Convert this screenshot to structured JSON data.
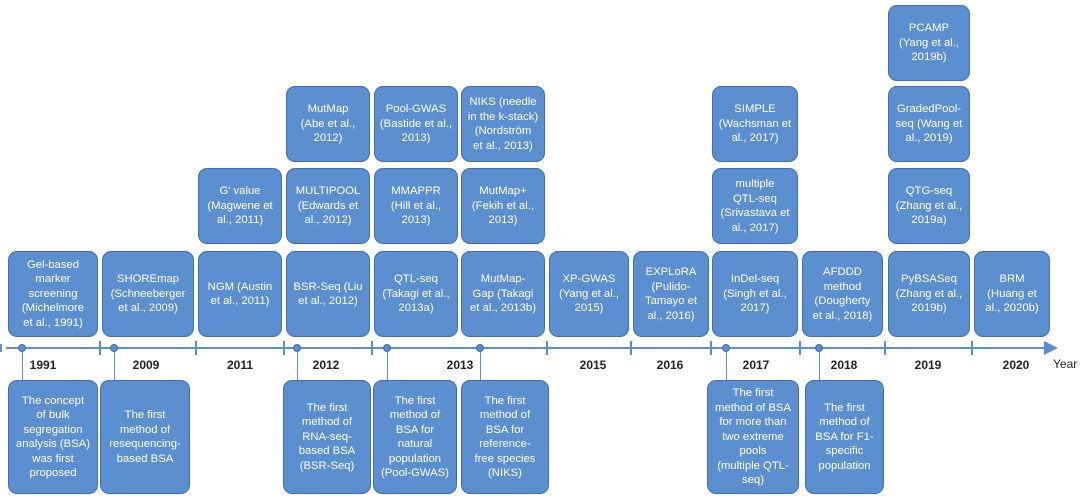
{
  "axis": {
    "label": "Year"
  },
  "years": [
    "1991",
    "2009",
    "2011",
    "2012",
    "2013",
    "2015",
    "2016",
    "2017",
    "2018",
    "2019",
    "2020"
  ],
  "methods": {
    "gel_based": [
      "Gel-based",
      "marker",
      "screening",
      "(Michelmore",
      "et al., 1991)"
    ],
    "shoremap": [
      "SHOREmap",
      "(Schneeberger",
      "et al., 2009)"
    ],
    "g_value": [
      "G' value",
      "(Magwene et",
      "al., 2011)"
    ],
    "ngm": [
      "NGM (Austin",
      "et al., 2011)"
    ],
    "mutmap": [
      "MutMap",
      "(Abe et al.,",
      "2012)"
    ],
    "multipool": [
      "MULTIPOOL",
      "(Edwards et",
      "al., 2012)"
    ],
    "bsr_seq": [
      "BSR-Seq (Liu",
      "et al., 2012)"
    ],
    "pool_gwas": [
      "Pool-GWAS",
      "(Bastide et al.,",
      "2013)"
    ],
    "mmappr": [
      "MMAPPR",
      "(Hill et al.,",
      "2013)"
    ],
    "qtl_seq": [
      "QTL-seq",
      "(Takagi et al.,",
      "2013a)"
    ],
    "niks": [
      "NIKS (needle",
      "in the k-stack)",
      "(Nordström",
      "et al., 2013)"
    ],
    "mutmap_plus": [
      "MutMap+",
      "(Fekih et al.,",
      "2013)"
    ],
    "mutmap_gap": [
      "MutMap-",
      "Gap (Takagi",
      "et al., 2013b)"
    ],
    "xp_gwas": [
      "XP-GWAS",
      "(Yang et al.,",
      "2015)"
    ],
    "explora": [
      "EXPLoRA",
      "(Pulido-",
      "Tamayo et",
      "al., 2016)"
    ],
    "simple": [
      "SIMPLE",
      "(Wachsman et",
      "al., 2017)"
    ],
    "multiple_qtl_seq": [
      "multiple",
      "QTL-seq",
      "(Srivastava et",
      "al., 2017)"
    ],
    "indel_seq": [
      "InDel-seq",
      "(Singh et al.,",
      "2017)"
    ],
    "afddd": [
      "AFDDD",
      "method",
      "(Dougherty",
      "et al., 2018)"
    ],
    "pcamp": [
      "PCAMP",
      "(Yang et al.,",
      "2019b)"
    ],
    "gradedpool_seq": [
      "GradedPool-",
      "seq (Wang et",
      "al., 2019)"
    ],
    "qtg_seq": [
      "QTG-seq",
      "(Zhang et al.,",
      "2019a)"
    ],
    "pybsaseq": [
      "PyBSASeq",
      "(Zhang et al.,",
      "2019b)"
    ],
    "brm": [
      "BRM",
      "(Huang et",
      "al., 2020b)"
    ]
  },
  "milestones": {
    "bsa_concept": [
      "The concept",
      "of bulk",
      "segregation",
      "analysis (BSA)",
      "was first",
      "proposed"
    ],
    "resequencing": [
      "The first",
      "method of",
      "resequencing-",
      "based BSA"
    ],
    "rna_seq": [
      "The first",
      "method of",
      "RNA-seq-",
      "based BSA",
      "(BSR-Seq)"
    ],
    "natural_population": [
      "The first",
      "method of",
      "BSA for",
      "natural",
      "population",
      "(Pool-GWAS)"
    ],
    "reference_free": [
      "The first",
      "method of",
      "BSA for",
      "reference-",
      "free species",
      "(NIKS)"
    ],
    "extreme_pools": [
      "The first",
      "method of BSA",
      "for more than",
      "two extreme",
      "pools",
      "(multiple QTL-",
      "seq)"
    ],
    "f1_specific": [
      "The first",
      "method of",
      "BSA for F1-",
      "specific",
      "population"
    ]
  }
}
